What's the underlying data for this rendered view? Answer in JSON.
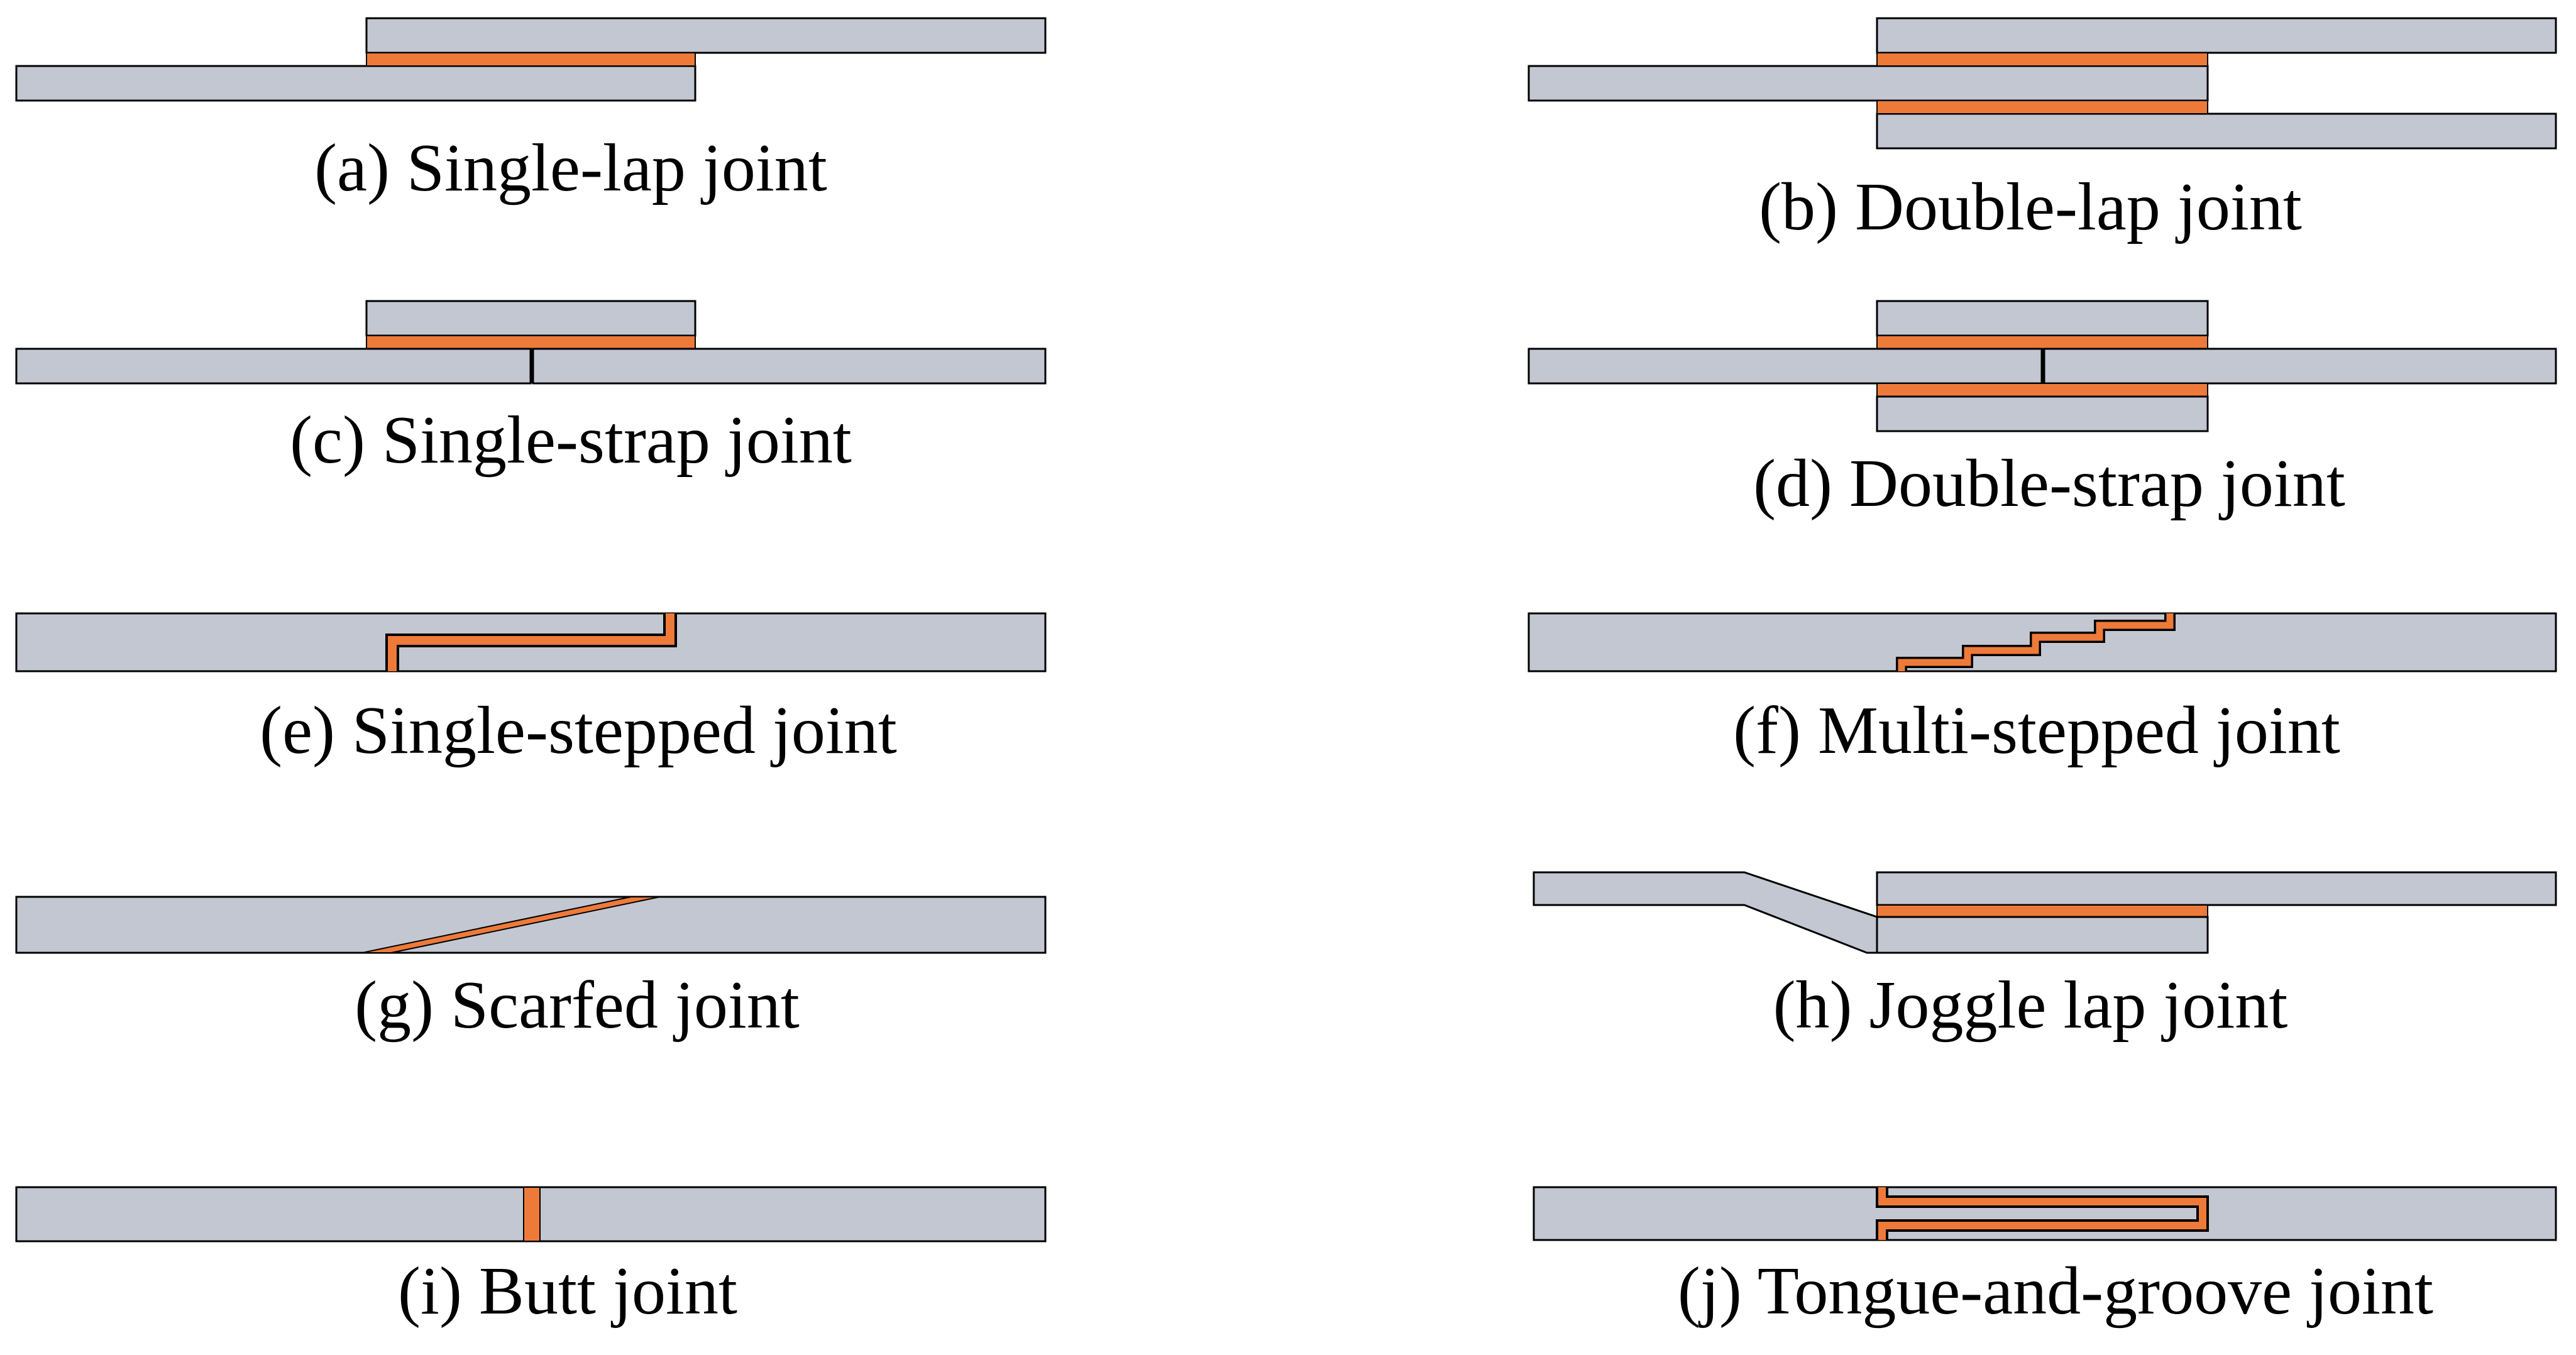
{
  "colors": {
    "adherend": "#c2c7d2",
    "adhesive": "#ee7a3a",
    "outline": "#000000",
    "background": "#ffffff"
  },
  "captions": {
    "a": "(a) Single-lap joint",
    "b": "(b) Double-lap joint",
    "c": "(c) Single-strap joint",
    "d": "(d) Double-strap joint",
    "e": "(e) Single-stepped joint",
    "f": "(f) Multi-stepped joint",
    "g": "(g) Scarfed joint",
    "h": "(h) Joggle lap joint",
    "i": "(i) Butt joint",
    "j": "(j) Tongue-and-groove joint"
  }
}
